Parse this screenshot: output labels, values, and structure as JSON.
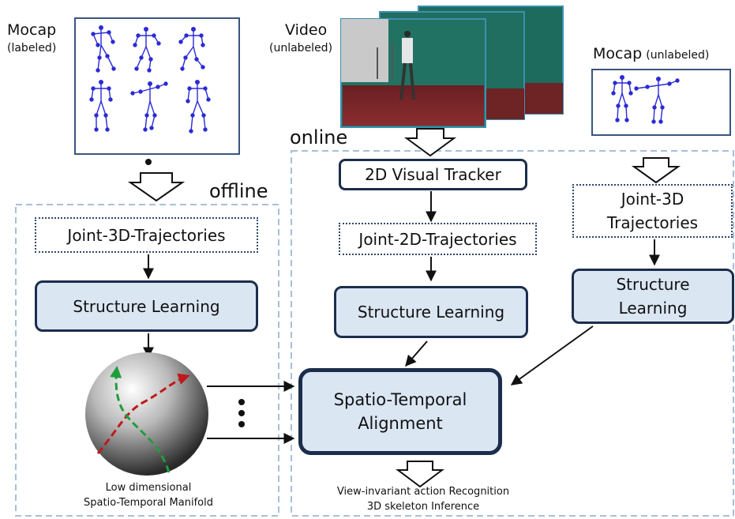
{
  "labels": {
    "mocap_labeled_title": "Mocap",
    "mocap_labeled_sub": "(labeled)",
    "video_title": "Video",
    "video_sub": "(unlabeled)",
    "mocap_unlabeled_title": "Mocap",
    "mocap_unlabeled_sub": "(unlabeled)",
    "offline": "offline",
    "online": "online",
    "manifold_line1": "Low dimensional",
    "manifold_line2": "Spatio-Temporal Manifold",
    "output_line1": "View-invariant action Recognition",
    "output_line2": "3D skeleton Inference"
  },
  "boxes": {
    "offline_trajectories": "Joint-3D-Trajectories",
    "offline_structure": "Structure Learning",
    "tracker": "2D Visual Tracker",
    "trajectories_2d": "Joint-2D-Trajectories",
    "video_structure": "Structure Learning",
    "mocap_trajectories_line1": "Joint-3D",
    "mocap_trajectories_line2": "Trajectories",
    "mocap_structure_line1": "Structure",
    "mocap_structure_line2": "Learning",
    "alignment_line1": "Spatio-Temporal",
    "alignment_line2": "Alignment"
  },
  "colors": {
    "box_fill": "#dbe6f3",
    "box_border": "#1c2d4c",
    "region_border": "#a9bfd8",
    "skeleton": "#2b2bd6",
    "manifold_curve_red": "#c0191a",
    "manifold_curve_green": "#1e9e3a"
  }
}
